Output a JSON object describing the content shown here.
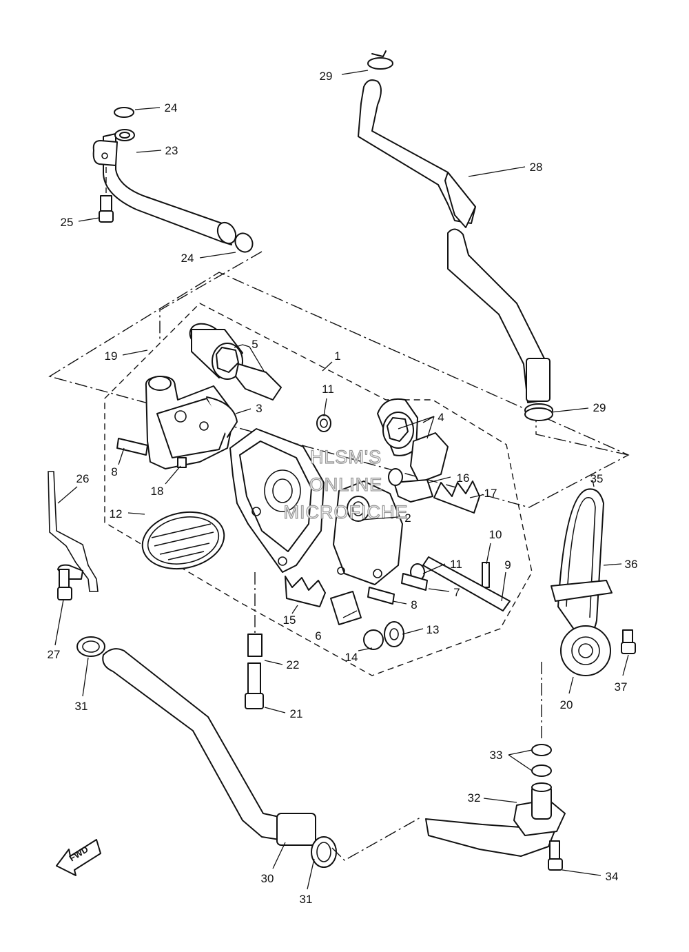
{
  "watermark": [
    "HLSM'S",
    "ONLINE",
    "MICROFICHE"
  ],
  "fwd_label": "FWD",
  "callouts": {
    "c1": "1",
    "c2": "2",
    "c3": "3",
    "c4": "4",
    "c5": "5",
    "c6": "6",
    "c7": "7",
    "c8a": "8",
    "c8b": "8",
    "c9": "9",
    "c10": "10",
    "c11a": "11",
    "c11b": "11",
    "c12": "12",
    "c13": "13",
    "c14": "14",
    "c15": "15",
    "c16": "16",
    "c17": "17",
    "c18": "18",
    "c19": "19",
    "c20": "20",
    "c21": "21",
    "c22": "22",
    "c23": "23",
    "c24a": "24",
    "c24b": "24",
    "c25": "25",
    "c26": "26",
    "c27": "27",
    "c28": "28",
    "c29a": "29",
    "c29b": "29",
    "c30": "30",
    "c31a": "31",
    "c31b": "31",
    "c32": "32",
    "c33": "33",
    "c34": "34",
    "c35": "35",
    "c36": "36",
    "c37": "37"
  }
}
